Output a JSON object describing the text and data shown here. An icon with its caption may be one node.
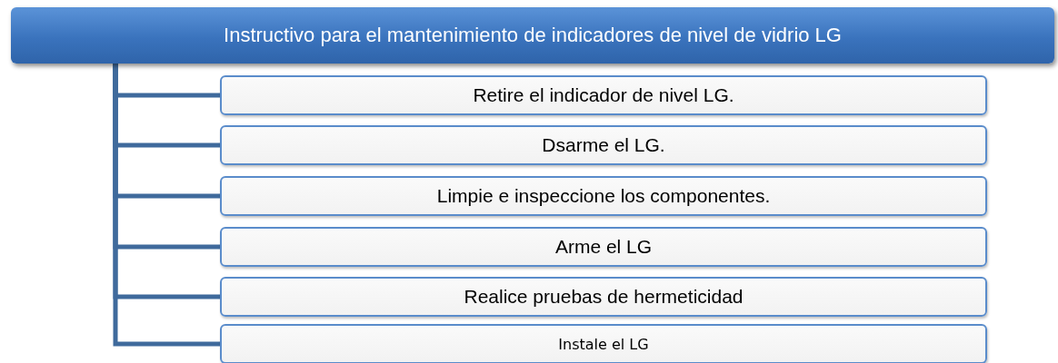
{
  "diagram": {
    "nodes": [
      {
        "text": [
          "Instructivo para el mantenimiento de indicadores de nivel de vidrio LG"
        ]
      },
      {
        "text": [
          "Retire el indicador de nivel LG."
        ]
      },
      {
        "text": [
          "Dsarme el LG."
        ]
      },
      {
        "text": [
          "Limpie e inspeccione los componentes."
        ]
      },
      {
        "text": [
          "Arme el LG"
        ]
      },
      {
        "text": [
          "Realice pruebas de hermeticidad"
        ]
      },
      {
        "text": [
          "Instale el LG"
        ]
      }
    ],
    "edges": [
      {
        "from": 0,
        "to": 1,
        "arrow": "none"
      },
      {
        "from": 0,
        "to": 2,
        "arrow": "none"
      },
      {
        "from": 0,
        "to": 3,
        "arrow": "none"
      },
      {
        "from": 0,
        "to": 4,
        "arrow": "none"
      },
      {
        "from": 0,
        "to": 5,
        "arrow": "none"
      },
      {
        "from": 0,
        "to": 6,
        "arrow": "none"
      }
    ]
  }
}
